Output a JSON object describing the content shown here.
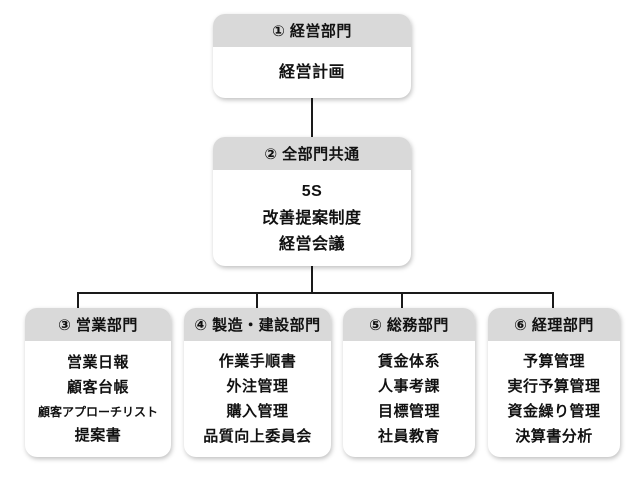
{
  "colors": {
    "page_bg": "#ffffff",
    "header_bg": "#d9d9d9",
    "box_bg": "#ffffff",
    "text": "#111111",
    "line": "#1a1a1a"
  },
  "org": {
    "nodes": [
      {
        "id": "1",
        "title": "① 経営部門",
        "items": [
          "経営計画"
        ]
      },
      {
        "id": "2",
        "title": "② 全部門共通",
        "items": [
          "5S",
          "改善提案制度",
          "経営会議"
        ]
      },
      {
        "id": "3",
        "title": "③ 営業部門",
        "items": [
          "営業日報",
          "顧客台帳",
          "顧客アプローチリスト",
          "提案書"
        ]
      },
      {
        "id": "4",
        "title": "④ 製造・建設部門",
        "items": [
          "作業手順書",
          "外注管理",
          "購入管理",
          "品質向上委員会"
        ]
      },
      {
        "id": "5",
        "title": "⑤ 総務部門",
        "items": [
          "賃金体系",
          "人事考課",
          "目標管理",
          "社員教育"
        ]
      },
      {
        "id": "6",
        "title": "⑥ 経理部門",
        "items": [
          "予算管理",
          "実行予算管理",
          "資金繰り管理",
          "決算書分析"
        ]
      }
    ],
    "edges": [
      {
        "from": "1",
        "to": "2"
      },
      {
        "from": "2",
        "to": "3"
      },
      {
        "from": "2",
        "to": "4"
      },
      {
        "from": "2",
        "to": "5"
      },
      {
        "from": "2",
        "to": "6"
      }
    ]
  }
}
